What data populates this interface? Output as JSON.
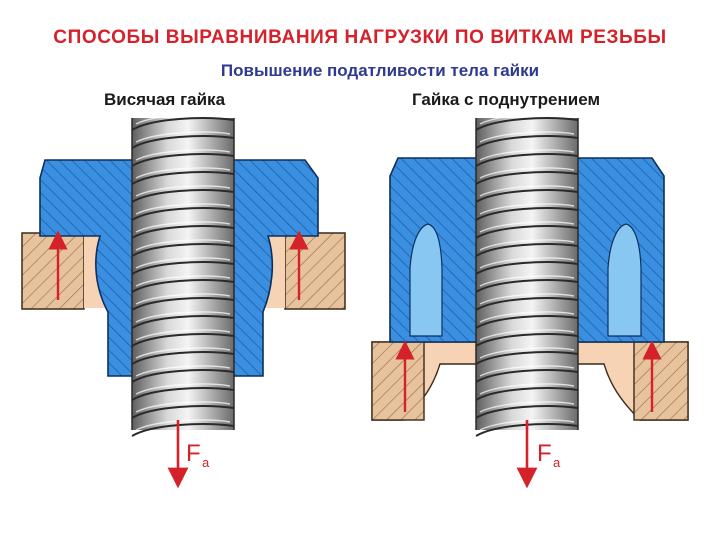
{
  "title": "СПОСОБЫ ВЫРАВНИВАНИЯ НАГРУЗКИ ПО ВИТКАМ РЕЗЬБЫ",
  "subtitle": "Повышение податливости тела гайки",
  "left": {
    "caption": "Висячая гайка",
    "force_main": "F",
    "force_sub": "a"
  },
  "right": {
    "caption": "Гайка с поднутрением",
    "force_main": "F",
    "force_sub": "a"
  },
  "colors": {
    "nut_blue": "#3a8fe0",
    "nut_hatch": "#1e5fae",
    "support_tan": "#e7c39d",
    "support_hatch": "#9a6a3c",
    "force_red": "#d4212a",
    "bolt_gray": "#9c9c9c"
  },
  "icons": [
    "threaded-bolt-icon",
    "force-arrow-icon",
    "hatching-pattern"
  ]
}
